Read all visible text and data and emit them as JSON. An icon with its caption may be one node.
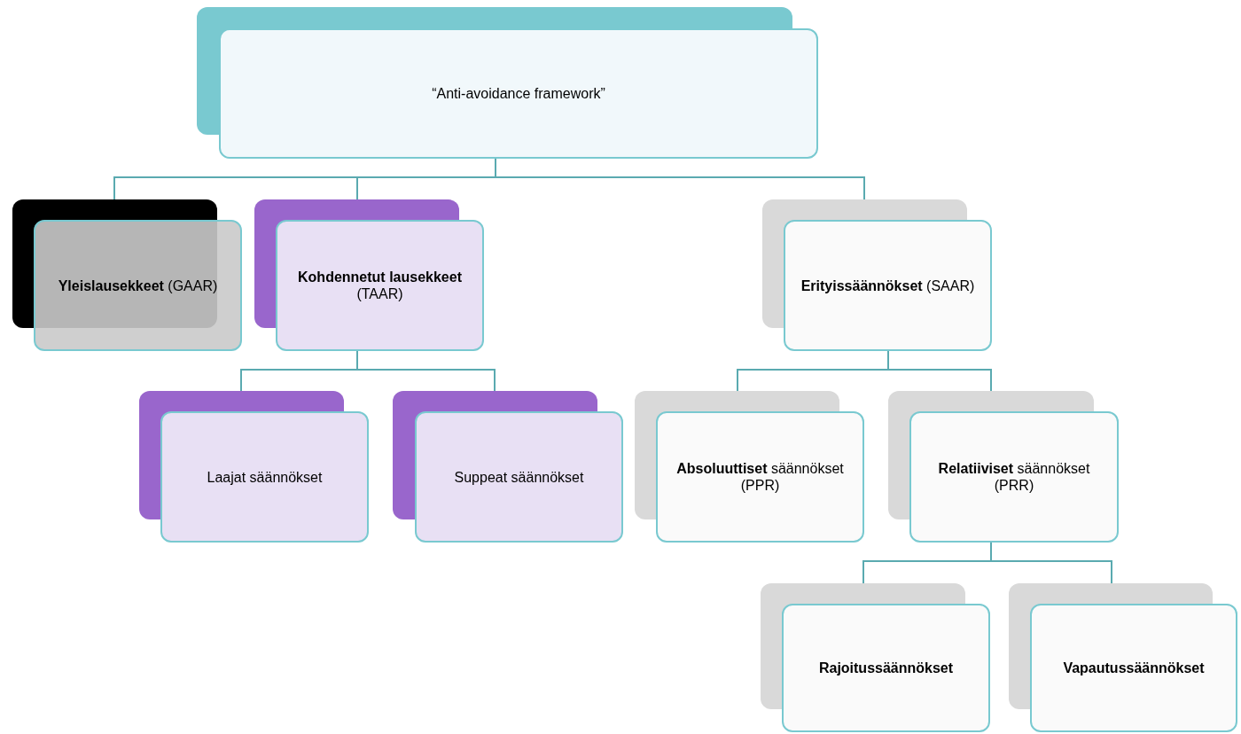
{
  "diagram": {
    "nodes": [
      {
        "text": [
          "“Anti-avoidance framework”"
        ]
      },
      {
        "text": [
          "**Yleislausekkeet** (GAAR)"
        ]
      },
      {
        "text": [
          "**Kohdennetut lausekkeet** (TAAR)"
        ]
      },
      {
        "text": [
          "Laajat säännökset"
        ]
      },
      {
        "text": [
          "Suppeat säännökset"
        ]
      },
      {
        "text": [
          "**Erityissäännökset** (SAAR)"
        ]
      },
      {
        "text": [
          "**Absoluuttiset** säännökset (PPR)"
        ]
      },
      {
        "text": [
          "**Relatiiviset** säännökset (PRR)"
        ]
      },
      {
        "text": [
          "Rajoitussäännökset"
        ]
      },
      {
        "text": [
          "Vapautussäännökset"
        ]
      }
    ],
    "edges": [
      {
        "from": 0,
        "to": 1,
        "arrow": "none"
      },
      {
        "from": 0,
        "to": 2,
        "arrow": "none"
      },
      {
        "from": 0,
        "to": 5,
        "arrow": "none"
      },
      {
        "from": 2,
        "to": 3,
        "arrow": "none"
      },
      {
        "from": 2,
        "to": 4,
        "arrow": "none"
      },
      {
        "from": 5,
        "to": 6,
        "arrow": "none"
      },
      {
        "from": 5,
        "to": 7,
        "arrow": "none"
      },
      {
        "from": 7,
        "to": 8,
        "arrow": "none"
      },
      {
        "from": 7,
        "to": 9,
        "arrow": "none"
      }
    ]
  }
}
